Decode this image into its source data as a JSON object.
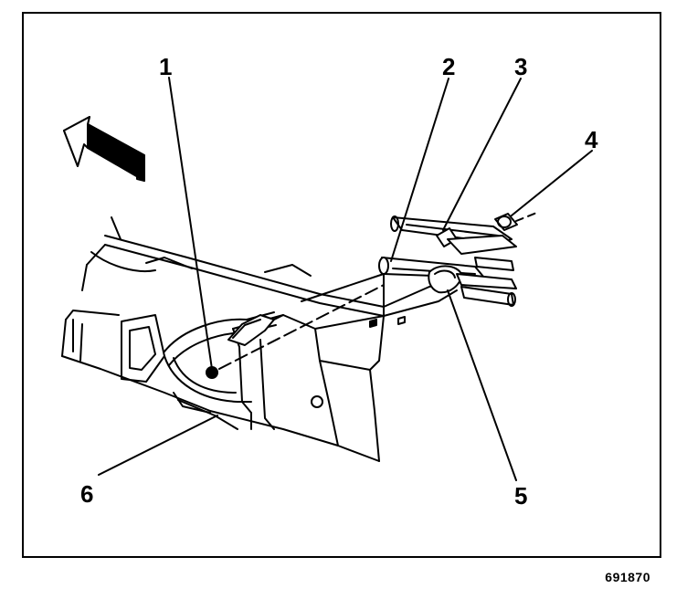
{
  "callouts": {
    "c1": "1",
    "c2": "2",
    "c3": "3",
    "c4": "4",
    "c5": "5",
    "c6": "6"
  },
  "figure_id": "691870",
  "colors": {
    "ink": "#000000",
    "paper": "#ffffff"
  }
}
